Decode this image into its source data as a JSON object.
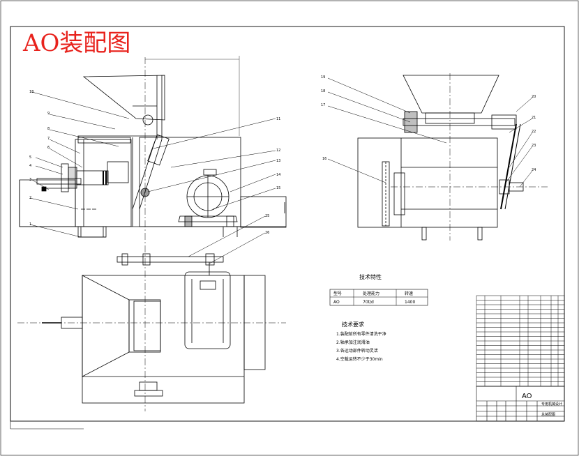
{
  "title": "AO装配图",
  "colors": {
    "title": "#e8221c",
    "line": "#000000",
    "background": "#ffffff"
  },
  "spec_table": {
    "title": "技术特性",
    "header": [
      "型号",
      "处理能力",
      "转速"
    ],
    "row": [
      "AO",
      "70t/d",
      "1400"
    ]
  },
  "requirements": {
    "title": "技术要求",
    "items": [
      "1.装配前所有零件清洗干净",
      "2.轴承加注润滑油",
      "3.各运动部件转动灵活",
      "4.空载运转不少于30min"
    ]
  },
  "title_block": {
    "drawing_name": "AO",
    "company": "专用机械设计",
    "subtitle": "总装配图"
  },
  "part_numbers": {
    "left": [
      "18",
      "9",
      "8",
      "7",
      "6",
      "5",
      "4",
      "3",
      "2",
      "1",
      "11",
      "12",
      "13",
      "14",
      "15",
      "25",
      "26"
    ],
    "right": [
      "19",
      "18",
      "17",
      "16",
      "20",
      "21",
      "22",
      "23",
      "24"
    ]
  }
}
